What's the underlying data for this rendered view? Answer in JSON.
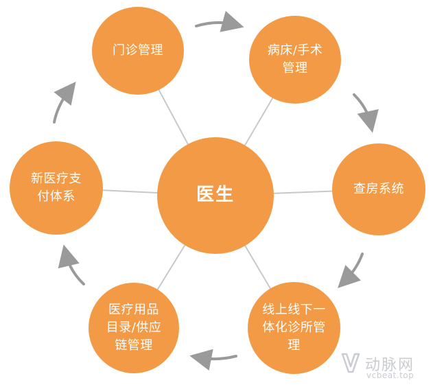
{
  "center": {
    "label": "医生"
  },
  "nodes": [
    {
      "id": "menzhen",
      "label": "门诊管理"
    },
    {
      "id": "bingchuang",
      "label": "病床/手术\n管理"
    },
    {
      "id": "chafang",
      "label": "查房系统"
    },
    {
      "id": "xianshang",
      "label": "线上线下一\n体化诊所管\n理"
    },
    {
      "id": "yiliaoyongpin",
      "label": "医疗用品\n目录/供应\n链管理"
    },
    {
      "id": "zhifu",
      "label": "新医疗支\n付体系"
    }
  ],
  "watermark": {
    "title": "动脉网",
    "subtitle": "vcbeat.top"
  },
  "colors": {
    "node_fill": "#f29a45",
    "connector": "#c8c8c8",
    "arrow": "#9a9a9a",
    "watermark": "#c9ccd1"
  }
}
